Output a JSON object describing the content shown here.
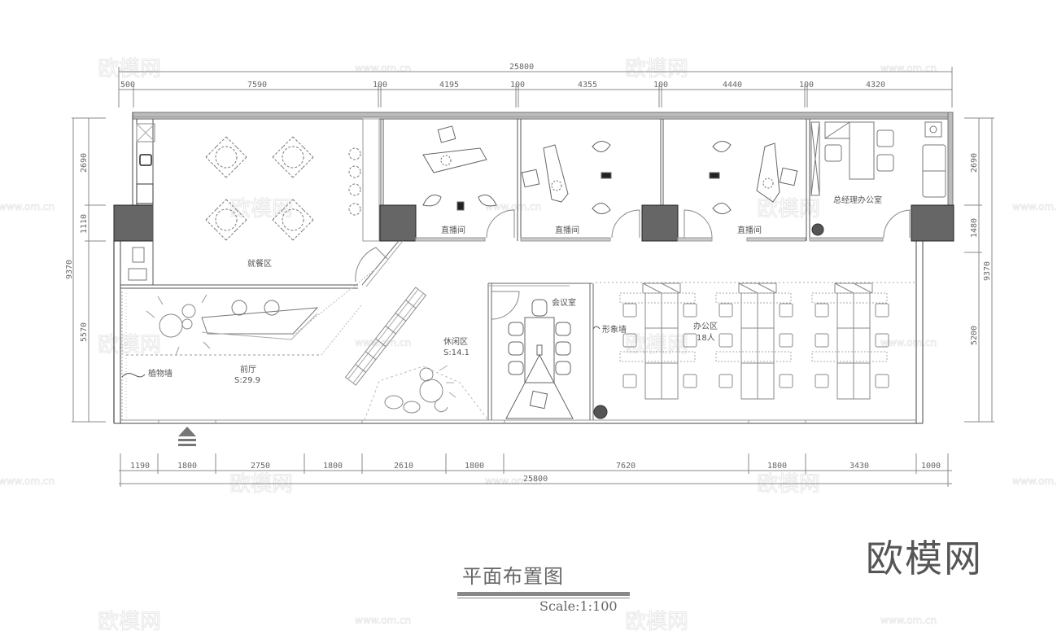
{
  "drawing": {
    "title": "平面布置图",
    "scale": "Scale:1:100",
    "brand": "欧模网",
    "watermark_logo": "欧模网",
    "watermark_url": "www.om.cn"
  },
  "dimensions": {
    "top_total": "25800",
    "top_segments": [
      "500",
      "7590",
      "100",
      "4195",
      "100",
      "4355",
      "100",
      "4440",
      "100",
      "4320"
    ],
    "bottom_total": "25800",
    "bottom_segments": [
      "1190",
      "1800",
      "2750",
      "1800",
      "2610",
      "1800",
      "7620",
      "1800",
      "3430",
      "1000"
    ],
    "left_total": "9370",
    "left_segments": [
      "2690",
      "1110",
      "5570"
    ],
    "right_total": "9370",
    "right_segments": [
      "2690",
      "1480",
      "5200"
    ]
  },
  "rooms": {
    "dining": "就餐区",
    "live1": "直播间",
    "live2": "直播间",
    "live3": "直播间",
    "gm_office": "总经理办公室",
    "lobby": "前厅",
    "lobby_area": "S:29.9",
    "plant_wall": "植物墙",
    "lounge": "休闲区",
    "lounge_area": "S:14.1",
    "meeting": "会议室",
    "image_wall": "形象墙",
    "office": "办公区",
    "office_capacity": "18人"
  },
  "icons": {
    "entrance": "entrance-arrow-icon",
    "plants": "plant-icon",
    "chairs": "chair-icon",
    "lights": "studio-light-icon",
    "camera": "camera-icon"
  },
  "colors": {
    "line": "#6e6e6e",
    "wall": "#8a8a8a",
    "column": "#666666",
    "dimension": "#777777",
    "watermark": "#e6e6e6"
  }
}
